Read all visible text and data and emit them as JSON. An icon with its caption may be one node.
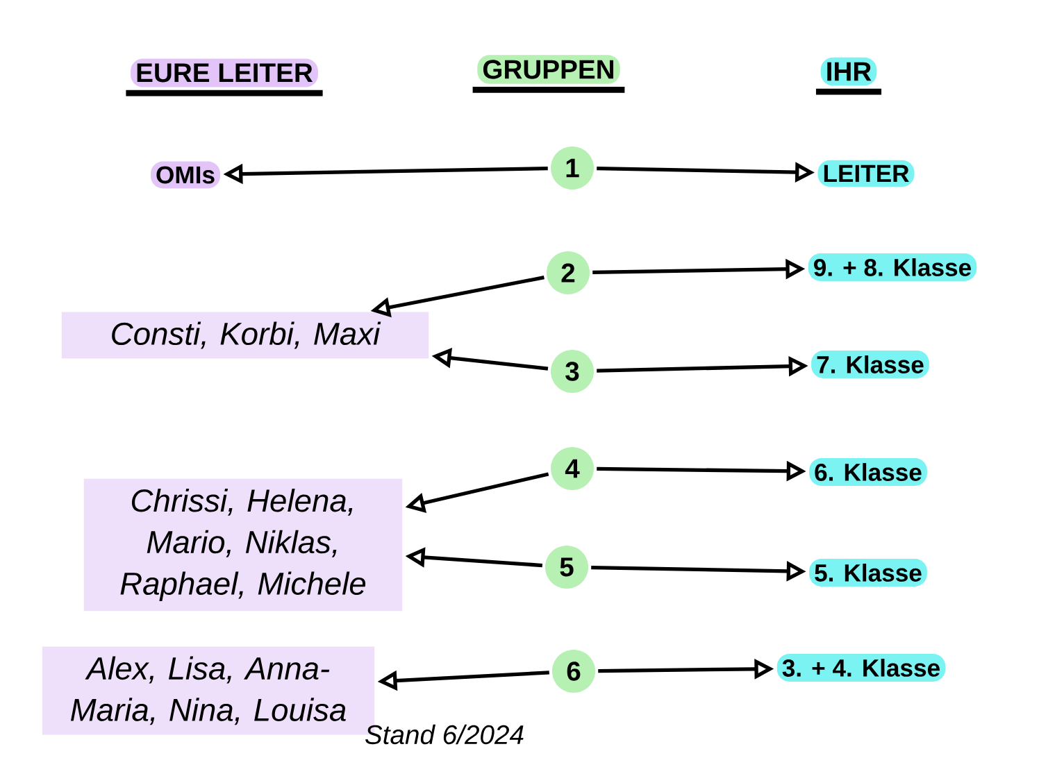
{
  "diagram": {
    "nodes": [
      {
        "text": [
          "EURE LEITER"
        ]
      },
      {
        "text": [
          "GRUPPEN"
        ]
      },
      {
        "text": [
          "IHR"
        ]
      },
      {
        "text": [
          "OMIs"
        ]
      },
      {
        "text": [
          "1"
        ]
      },
      {
        "text": [
          "LEITER"
        ]
      },
      {
        "text": [
          "2"
        ]
      },
      {
        "text": [
          "9. + 8. Klasse"
        ]
      },
      {
        "text": [
          "Consti, Korbi, Maxi"
        ]
      },
      {
        "text": [
          "3"
        ]
      },
      {
        "text": [
          "7. Klasse"
        ]
      },
      {
        "text": [
          "4"
        ]
      },
      {
        "text": [
          "6. Klasse"
        ]
      },
      {
        "text": [
          "Chrissi, Helena, Mario, Niklas, Raphael, Michele"
        ]
      },
      {
        "text": [
          "5"
        ]
      },
      {
        "text": [
          "5. Klasse"
        ]
      },
      {
        "text": [
          "Alex, Lisa, Anna-Maria, Nina, Louisa"
        ]
      },
      {
        "text": [
          "6"
        ]
      },
      {
        "text": [
          "3. + 4. Klasse"
        ]
      }
    ],
    "edges": [
      {
        "from": 4,
        "to": 3,
        "arrow": "to"
      },
      {
        "from": 4,
        "to": 5,
        "arrow": "to"
      },
      {
        "from": 6,
        "to": 8,
        "arrow": "to"
      },
      {
        "from": 6,
        "to": 7,
        "arrow": "to"
      },
      {
        "from": 9,
        "to": 8,
        "arrow": "to"
      },
      {
        "from": 9,
        "to": 10,
        "arrow": "to"
      },
      {
        "from": 11,
        "to": 13,
        "arrow": "to"
      },
      {
        "from": 11,
        "to": 12,
        "arrow": "to"
      },
      {
        "from": 14,
        "to": 13,
        "arrow": "to"
      },
      {
        "from": 14,
        "to": 15,
        "arrow": "to"
      },
      {
        "from": 17,
        "to": 16,
        "arrow": "to"
      },
      {
        "from": 17,
        "to": 18,
        "arrow": "to"
      }
    ],
    "labels": [
      "Stand 6/2024"
    ]
  }
}
